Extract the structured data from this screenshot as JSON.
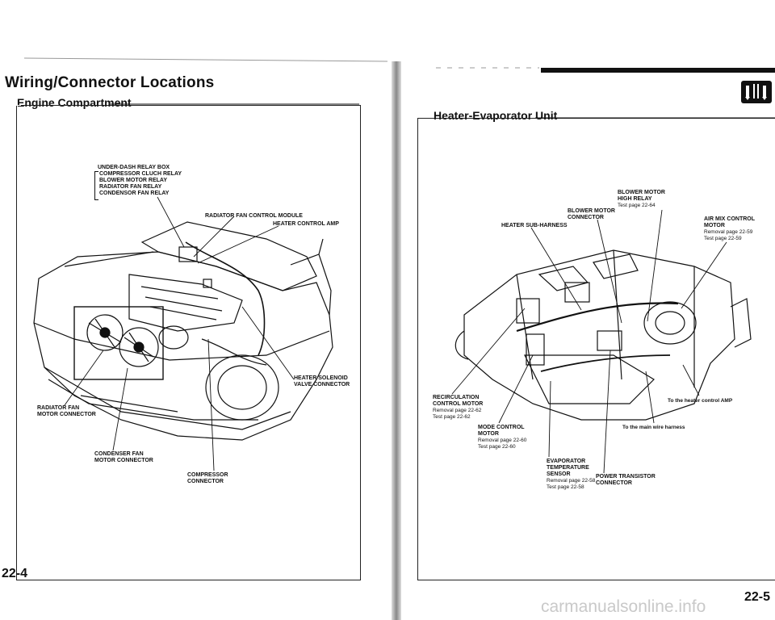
{
  "left_page": {
    "title": "Wiring/Connector Locations",
    "section": "Engine Compartment",
    "relay_box": {
      "title": "UNDER-DASH RELAY BOX",
      "items": [
        "COMPRESSOR CLUCH RELAY",
        "BLOWER MOTOR RELAY",
        "RADIATOR FAN RELAY",
        "CONDENSOR FAN RELAY"
      ]
    },
    "labels": {
      "radiator_fan_control_module": "RADIATOR FAN CONTROL MODULE",
      "heater_control_amp": "HEATER CONTROL AMP",
      "heater_solenoid_1": "HEATER SOLENOID",
      "heater_solenoid_2": "VALVE CONNECTOR",
      "radiator_fan_1": "RADIATOR FAN",
      "radiator_fan_2": "MOTOR CONNECTOR",
      "condenser_fan_1": "CONDENSER FAN",
      "condenser_fan_2": "MOTOR CONNECTOR",
      "compressor_1": "COMPRESSOR",
      "compressor_2": "CONNECTOR"
    },
    "page_number": "22-4"
  },
  "right_page": {
    "section": "Heater-Evaporator Unit",
    "labels": {
      "blower_high_1": "BLOWER MOTOR",
      "blower_high_2": "HIGH RELAY",
      "blower_high_test": "Test page 22-64",
      "blower_conn_1": "BLOWER MOTOR",
      "blower_conn_2": "CONNECTOR",
      "heater_sub_harness": "HEATER SUB-HARNESS",
      "air_mix_1": "AIR MIX CONTROL",
      "air_mix_2": "MOTOR",
      "air_mix_removal": "Removal page 22-59",
      "air_mix_test": "Test page 22-59",
      "recirc_1": "RECIRCULATION",
      "recirc_2": "CONTROL MOTOR",
      "recirc_removal": "Removal page 22-62",
      "recirc_test": "Test page 22-62",
      "mode_1": "MODE CONTROL",
      "mode_2": "MOTOR",
      "mode_removal": "Removal page 22-60",
      "mode_test": "Test page 22-60",
      "evap_1": "EVAPORATOR",
      "evap_2": "TEMPERATURE",
      "evap_3": "SENSOR",
      "evap_removal": "Removal page 22-58",
      "evap_test": "Test page 22-58",
      "power_trans_1": "POWER TRANSISTOR",
      "power_trans_2": "CONNECTOR",
      "to_heater_amp": "To the heater control AMP",
      "to_main_harness": "To the main wire harness"
    },
    "page_number": "22-5"
  },
  "watermark": "carmanualsonline.info"
}
